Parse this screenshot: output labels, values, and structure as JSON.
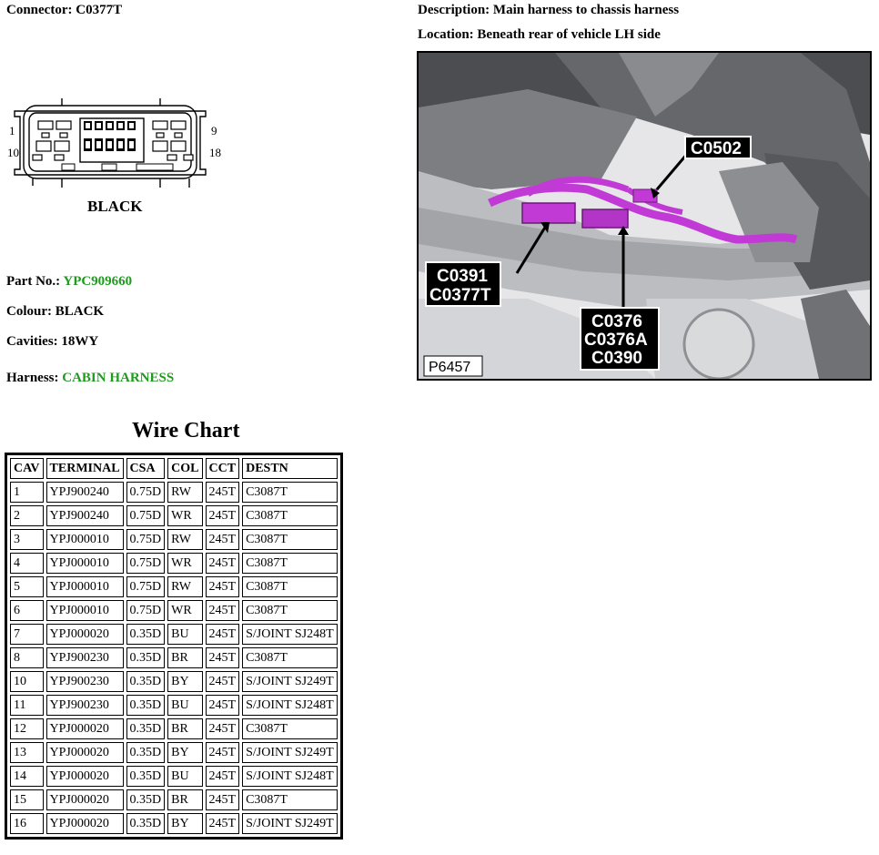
{
  "connector": {
    "label": "Connector:",
    "value": "C0377T"
  },
  "description": {
    "label": "Description:",
    "value": "Main harness to chassis harness"
  },
  "location": {
    "label": "Location:",
    "value": "Beneath rear of vehicle LH side"
  },
  "diagram": {
    "pin_top_left": "1",
    "pin_top_right": "9",
    "pin_bottom_left": "10",
    "pin_bottom_right": "18",
    "colour_caption": "BLACK"
  },
  "part_no": {
    "label": "Part No.:",
    "value": "YPC909660"
  },
  "colour": {
    "label": "Colour:",
    "value": "BLACK"
  },
  "cavities": {
    "label": "Cavities:",
    "value": "18WY"
  },
  "harness": {
    "label": "Harness:",
    "value": "CABIN HARNESS"
  },
  "photo": {
    "callout_c0502": "C0502",
    "callout_left_1": "C0391",
    "callout_left_2": "C0377T",
    "callout_bottom_1": "C0376",
    "callout_bottom_2": "C0376A",
    "callout_bottom_3": "C0390",
    "ref": "P6457"
  },
  "colors": {
    "harness_highlight": "#c13ad6",
    "green_text": "#1f9a1f"
  },
  "wire_chart": {
    "title": "Wire Chart",
    "headers": [
      "CAV",
      "TERMINAL",
      "CSA",
      "COL",
      "CCT",
      "DESTN"
    ],
    "rows": [
      [
        "1",
        "YPJ900240",
        "0.75D",
        "RW",
        "245T",
        "C3087T"
      ],
      [
        "2",
        "YPJ900240",
        "0.75D",
        "WR",
        "245T",
        "C3087T"
      ],
      [
        "3",
        "YPJ000010",
        "0.75D",
        "RW",
        "245T",
        "C3087T"
      ],
      [
        "4",
        "YPJ000010",
        "0.75D",
        "WR",
        "245T",
        "C3087T"
      ],
      [
        "5",
        "YPJ000010",
        "0.75D",
        "RW",
        "245T",
        "C3087T"
      ],
      [
        "6",
        "YPJ000010",
        "0.75D",
        "WR",
        "245T",
        "C3087T"
      ],
      [
        "7",
        "YPJ000020",
        "0.35D",
        "BU",
        "245T",
        "S/JOINT SJ248T"
      ],
      [
        "8",
        "YPJ900230",
        "0.35D",
        "BR",
        "245T",
        "C3087T"
      ],
      [
        "10",
        "YPJ900230",
        "0.35D",
        "BY",
        "245T",
        "S/JOINT SJ249T"
      ],
      [
        "11",
        "YPJ900230",
        "0.35D",
        "BU",
        "245T",
        "S/JOINT SJ248T"
      ],
      [
        "12",
        "YPJ000020",
        "0.35D",
        "BR",
        "245T",
        "C3087T"
      ],
      [
        "13",
        "YPJ000020",
        "0.35D",
        "BY",
        "245T",
        "S/JOINT SJ249T"
      ],
      [
        "14",
        "YPJ000020",
        "0.35D",
        "BU",
        "245T",
        "S/JOINT SJ248T"
      ],
      [
        "15",
        "YPJ000020",
        "0.35D",
        "BR",
        "245T",
        "C3087T"
      ],
      [
        "16",
        "YPJ000020",
        "0.35D",
        "BY",
        "245T",
        "S/JOINT SJ249T"
      ]
    ]
  }
}
